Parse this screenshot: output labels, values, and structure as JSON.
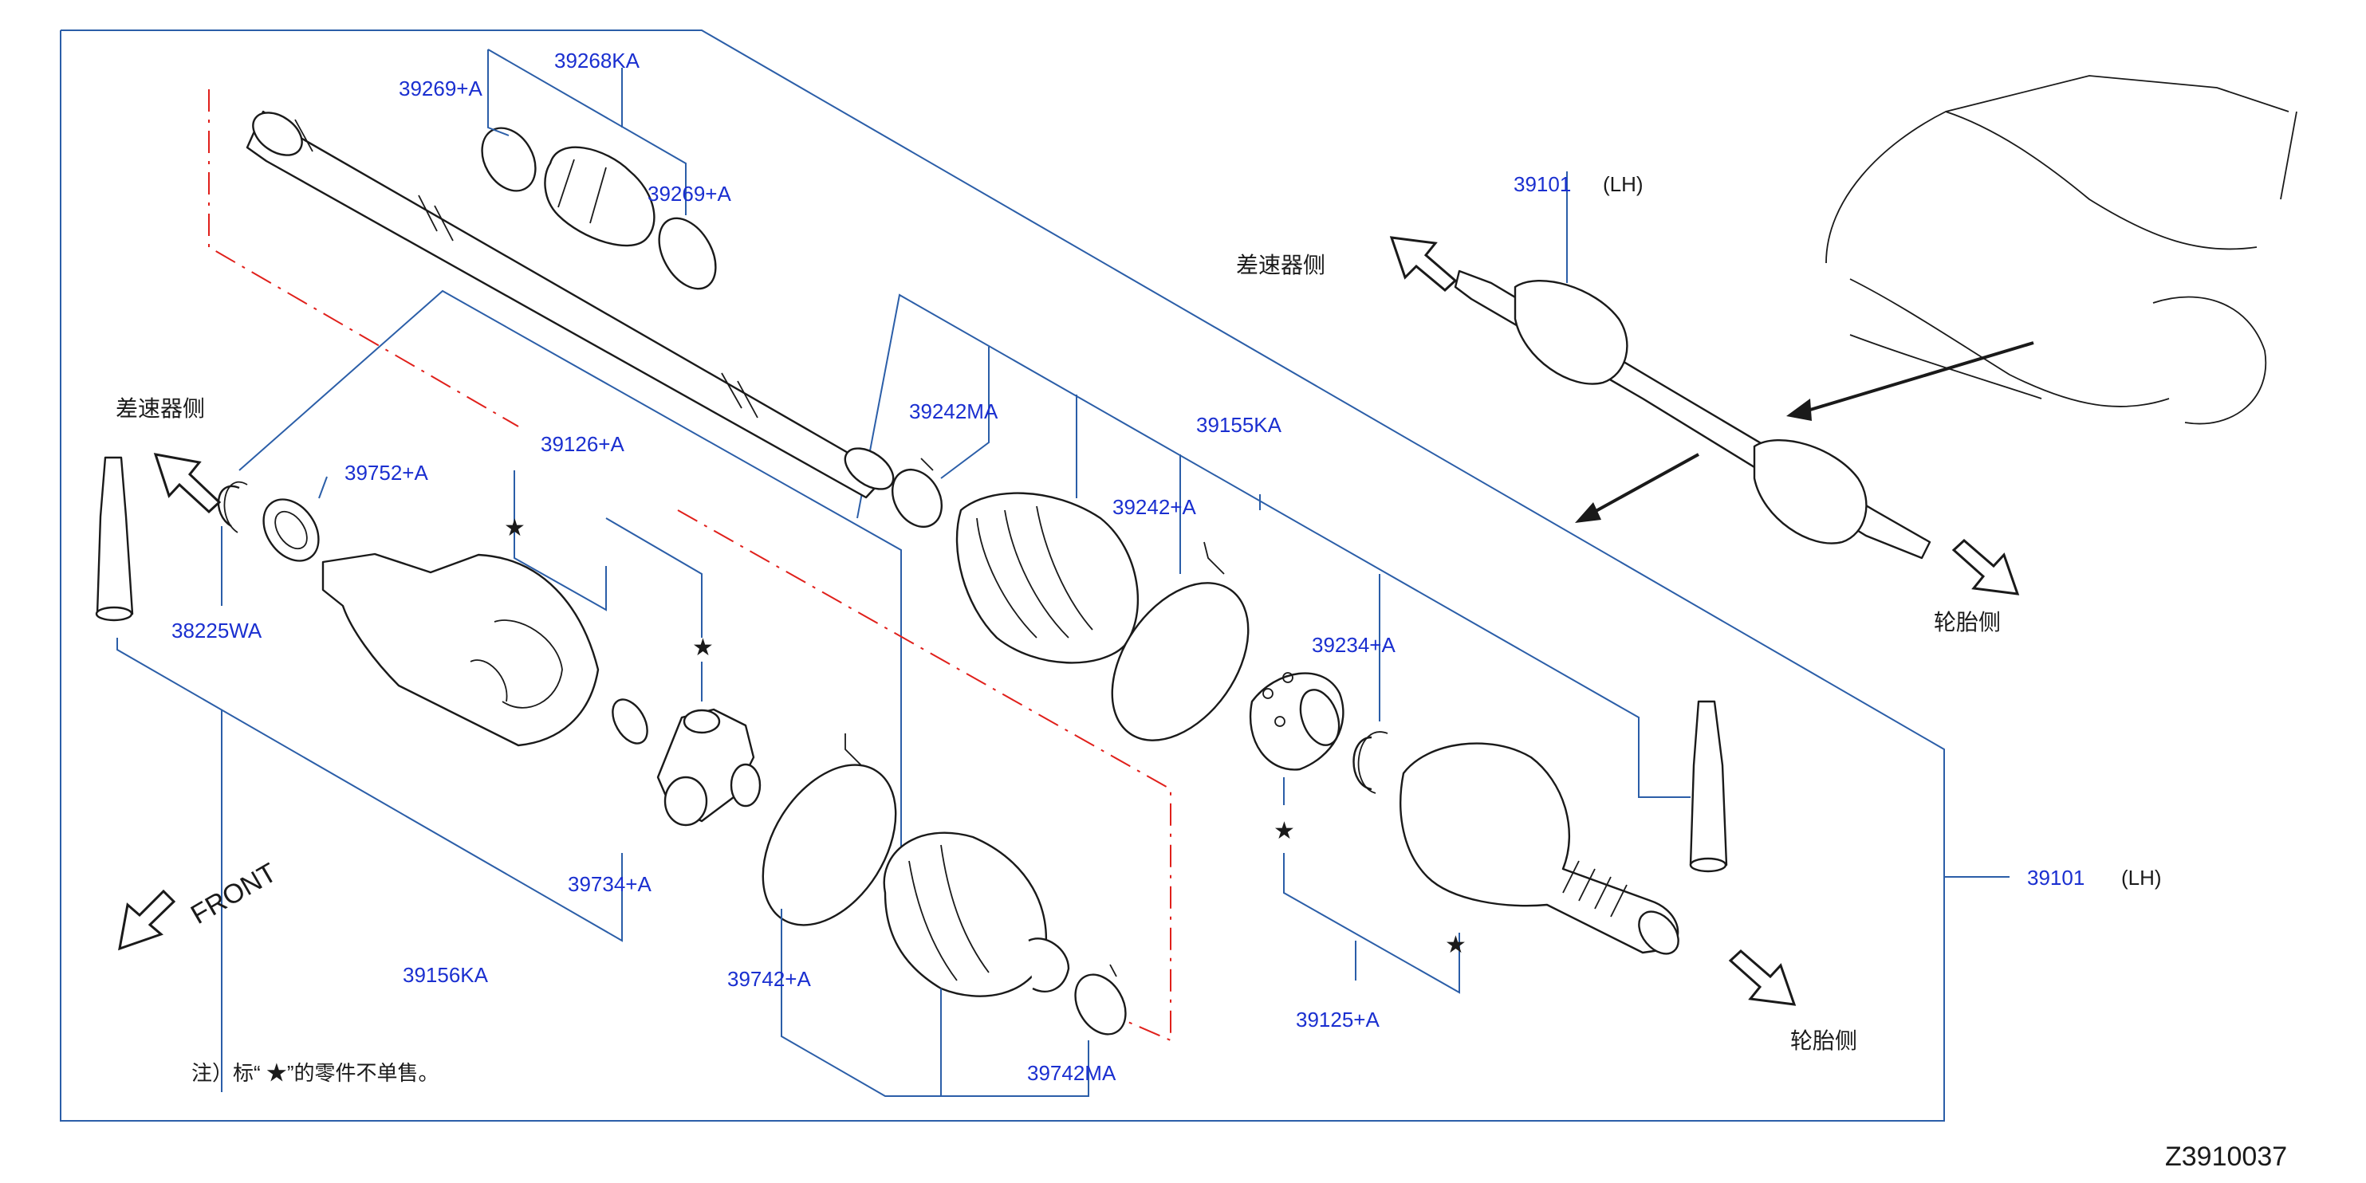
{
  "diagram_id": "Z3910037",
  "note": "注）标“ ★”的零件不单售。",
  "front_label": "FRONT",
  "star_symbol": "★",
  "side_labels": {
    "differential_side": "差速器侧",
    "tire_side": "轮胎侧"
  },
  "assembly": {
    "code": "39101",
    "side": "(LH)"
  },
  "part_labels": {
    "p39269_top": "39269+A",
    "p39268KA": "39268KA",
    "p39269_right": "39269+A",
    "p39752": "39752+A",
    "p38225WA": "38225WA",
    "p39126": "39126+A",
    "p39242MA": "39242MA",
    "p39155KA": "39155KA",
    "p39242A": "39242+A",
    "p39234": "39234+A",
    "p39734": "39734+A",
    "p39742A": "39742+A",
    "p39156KA": "39156KA",
    "p39742MA": "39742MA",
    "p39125": "39125+A"
  }
}
